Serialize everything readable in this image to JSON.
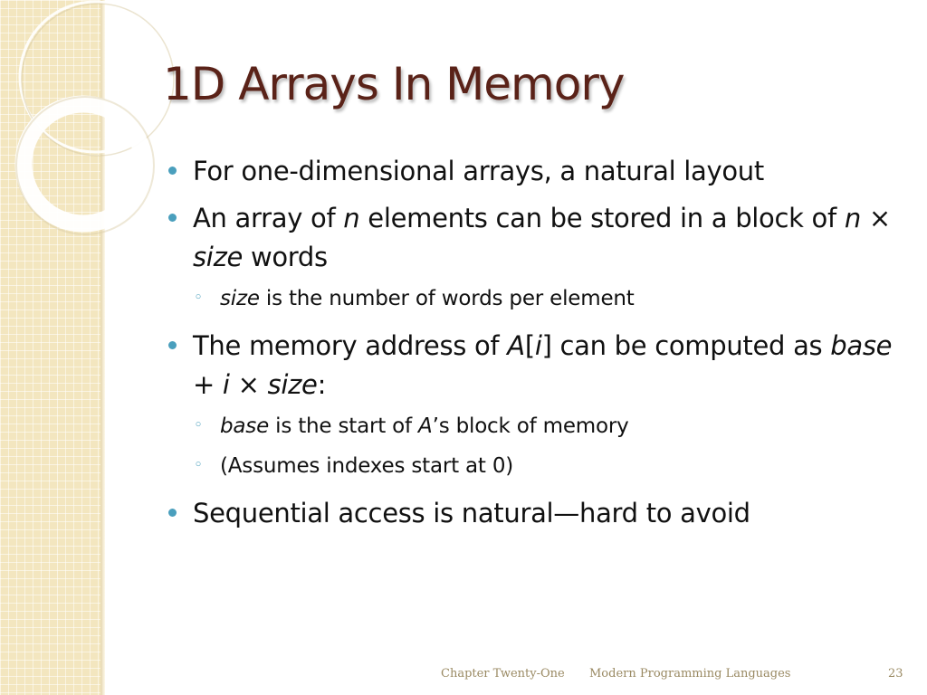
{
  "slide": {
    "title": "1D Arrays In Memory",
    "bullets": {
      "b1": "For one-dimensional arrays, a natural layout",
      "b2": {
        "t1": "An array of ",
        "n1": "n",
        "t2": " elements can be stored in a block of ",
        "n2": "n",
        "times": " × ",
        "size": "size",
        "t3": " words"
      },
      "b2_sub": {
        "size": "size",
        "t1": " is the number of words per element"
      },
      "b3": {
        "t1": "The memory address of ",
        "A": "A",
        "lb": "[",
        "i": "i",
        "rb": "]",
        "t2": " can be computed as ",
        "base": "base",
        "plus": " + ",
        "i2": "i",
        "times": " × ",
        "size": "size",
        "colon": ":"
      },
      "b3_sub1": {
        "base": "base",
        "t1": " is the start of ",
        "A": "A",
        "t2": "’s block of memory"
      },
      "b3_sub2": "(Assumes indexes start at 0)",
      "b4": "Sequential access is natural—hard to avoid"
    }
  },
  "footer": {
    "chapter": "Chapter Twenty-One",
    "book": "Modern Programming Languages",
    "page": "23"
  },
  "colors": {
    "title": "#5a2218",
    "bullet": "#4a9fbd",
    "band": "#f3e6bf",
    "footer": "#9a8a63"
  }
}
